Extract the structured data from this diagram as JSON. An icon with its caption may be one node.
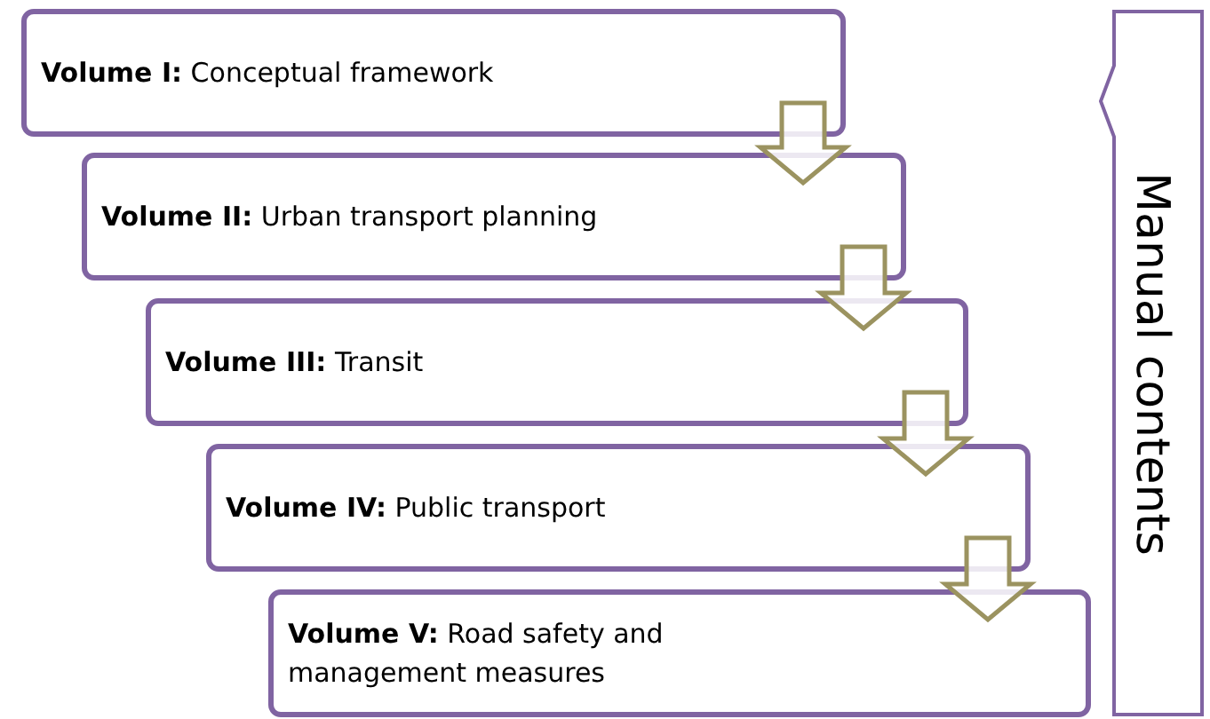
{
  "diagram": {
    "nodes": [
      {
        "text": [
          "**Volume I:** Conceptual framework"
        ]
      },
      {
        "text": [
          "**Volume II:** Urban transport planning"
        ]
      },
      {
        "text": [
          "**Volume III:** Transit"
        ]
      },
      {
        "text": [
          "**Volume IV:** Public transport"
        ]
      },
      {
        "text": [
          "**Volume V:** Road safety and management measures"
        ]
      },
      {
        "text": [
          "Manual contents"
        ]
      }
    ],
    "edges": [
      {
        "from": 0,
        "to": 1,
        "arrow": "to"
      },
      {
        "from": 1,
        "to": 2,
        "arrow": "to"
      },
      {
        "from": 2,
        "to": 3,
        "arrow": "to"
      },
      {
        "from": 3,
        "to": 4,
        "arrow": "to"
      }
    ]
  }
}
